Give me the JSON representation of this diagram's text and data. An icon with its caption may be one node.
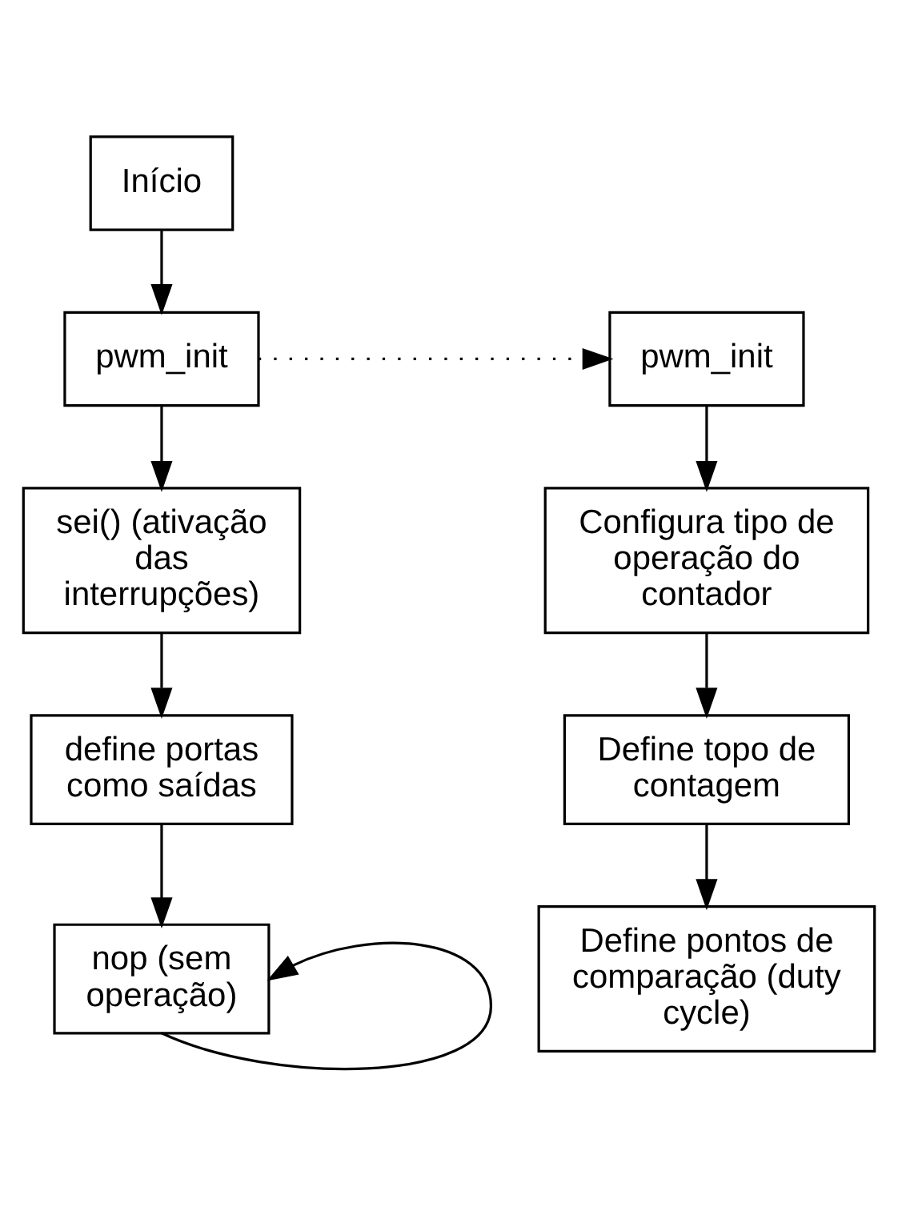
{
  "diagram": {
    "nodes": [
      {
        "text": [
          "Início"
        ]
      },
      {
        "text": [
          "pwm_init"
        ]
      },
      {
        "text": [
          "sei() (ativação das interrupções)"
        ]
      },
      {
        "text": [
          "define portas como saídas"
        ]
      },
      {
        "text": [
          "nop (sem operação)"
        ]
      },
      {
        "text": [
          "pwm_init"
        ]
      },
      {
        "text": [
          "Configura tipo de operação do contador"
        ]
      },
      {
        "text": [
          "Define topo de contagem"
        ]
      },
      {
        "text": [
          "Define pontos de comparação (duty cycle)"
        ]
      }
    ],
    "edges": [
      {
        "from": 0,
        "to": 1,
        "arrow": "to"
      },
      {
        "from": 1,
        "to": 2,
        "arrow": "to"
      },
      {
        "from": 2,
        "to": 3,
        "arrow": "to"
      },
      {
        "from": 3,
        "to": 4,
        "arrow": "to"
      },
      {
        "from": 4,
        "to": 4,
        "arrow": "to"
      },
      {
        "from": 1,
        "to": 5,
        "arrow": "to",
        "style": "dashed"
      },
      {
        "from": 5,
        "to": 6,
        "arrow": "to"
      },
      {
        "from": 6,
        "to": 7,
        "arrow": "to"
      },
      {
        "from": 7,
        "to": 8,
        "arrow": "to"
      }
    ]
  }
}
